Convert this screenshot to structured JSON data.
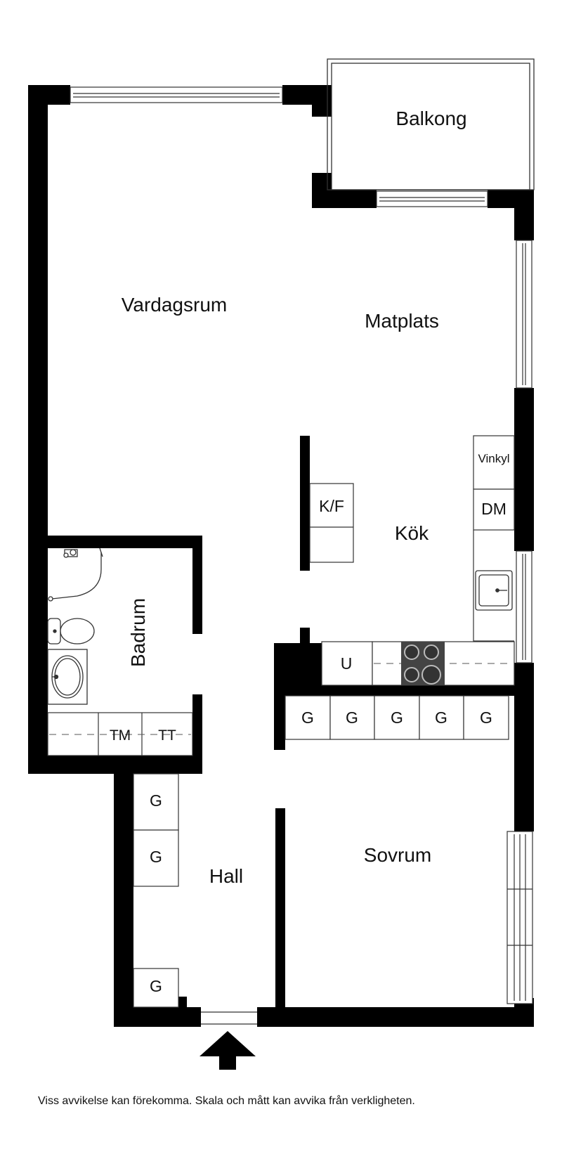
{
  "rooms": {
    "balkong": "Balkong",
    "vardagsrum": "Vardagsrum",
    "matplats": "Matplats",
    "kok": "Kök",
    "badrum": "Badrum",
    "hall": "Hall",
    "sovrum": "Sovrum"
  },
  "fixtures": {
    "kf": "K/F",
    "vinkyl": "Vinkyl",
    "dm": "DM",
    "u": "U",
    "tm": "TM",
    "tt": "TT",
    "g": "G"
  },
  "disclaimer": "Viss avvikelse kan förekomma. Skala och mått kan avvika från verkligheten.",
  "colors": {
    "wall": "#000000",
    "floor": "#ffffff",
    "line": "#333333",
    "stove": "#444444"
  }
}
